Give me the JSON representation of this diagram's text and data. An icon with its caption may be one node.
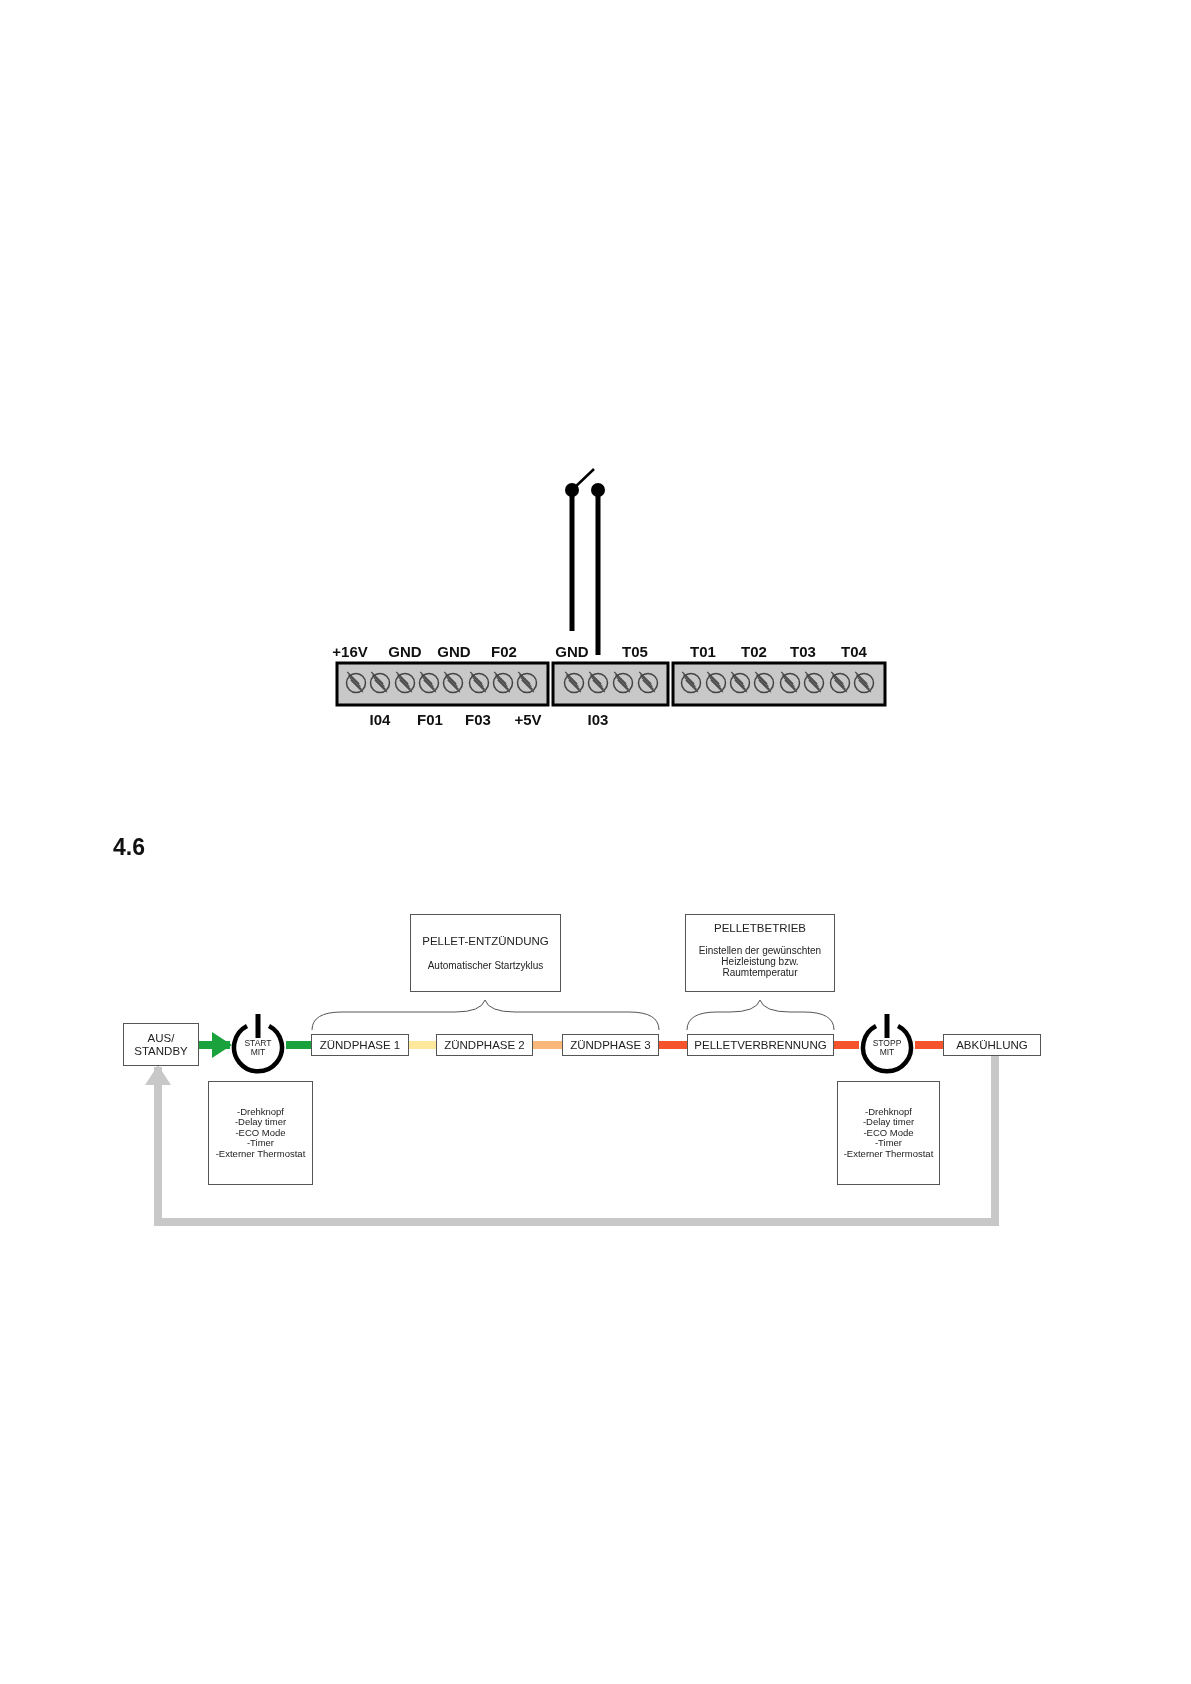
{
  "diagram": {
    "title": "4.6",
    "nodes": [
      {
        "text": [
          "PELLET-ENTZÜNDUNG",
          "Automatischer Startzyklus"
        ]
      },
      {
        "text": [
          "PELLETBETRIEB",
          "Einstellen der gewünschten Heizleistung bzw. Raumtemperatur"
        ]
      },
      {
        "text": [
          "AUS/ STANDBY"
        ]
      },
      {
        "text": [
          "START MIT"
        ]
      },
      {
        "text": [
          "ZÜNDPHASE 1"
        ]
      },
      {
        "text": [
          "ZÜNDPHASE 2"
        ]
      },
      {
        "text": [
          "ZÜNDPHASE 3"
        ]
      },
      {
        "text": [
          "PELLETVERBRENNUNG"
        ]
      },
      {
        "text": [
          "STOPP MIT"
        ]
      },
      {
        "text": [
          "ABKÜHLUNG"
        ]
      },
      {
        "text": [
          "-Drehknopf",
          "-Delay timer",
          "-ECO Mode",
          "-Timer",
          "-Externer Thermostat"
        ]
      },
      {
        "text": [
          "-Drehknopf",
          "-Delay timer",
          "-ECO Mode",
          "-Timer",
          "-Externer Thermostat"
        ]
      }
    ],
    "edges": [
      {
        "from": 2,
        "to": 3,
        "arrow": "to",
        "color": "#1aa33c"
      },
      {
        "from": 3,
        "to": 4,
        "arrow": "none",
        "color": "#1aa33c"
      },
      {
        "from": 4,
        "to": 5,
        "arrow": "none",
        "color": "#fde89c"
      },
      {
        "from": 5,
        "to": 6,
        "arrow": "none",
        "color": "#f9b87a"
      },
      {
        "from": 6,
        "to": 7,
        "arrow": "none",
        "color": "#f4532c"
      },
      {
        "from": 7,
        "to": 8,
        "arrow": "none",
        "color": "#f4532c"
      },
      {
        "from": 8,
        "to": 9,
        "arrow": "none",
        "color": "#f4532c"
      },
      {
        "from": 9,
        "to": 2,
        "arrow": "to",
        "color": "#c8c8c8"
      }
    ],
    "labels": [
      "+16V",
      "GND",
      "GND",
      "F02",
      "GND",
      "T05",
      "T01",
      "T02",
      "T03",
      "T04",
      "I04",
      "F01",
      "F03",
      "+5V",
      "I03"
    ]
  }
}
